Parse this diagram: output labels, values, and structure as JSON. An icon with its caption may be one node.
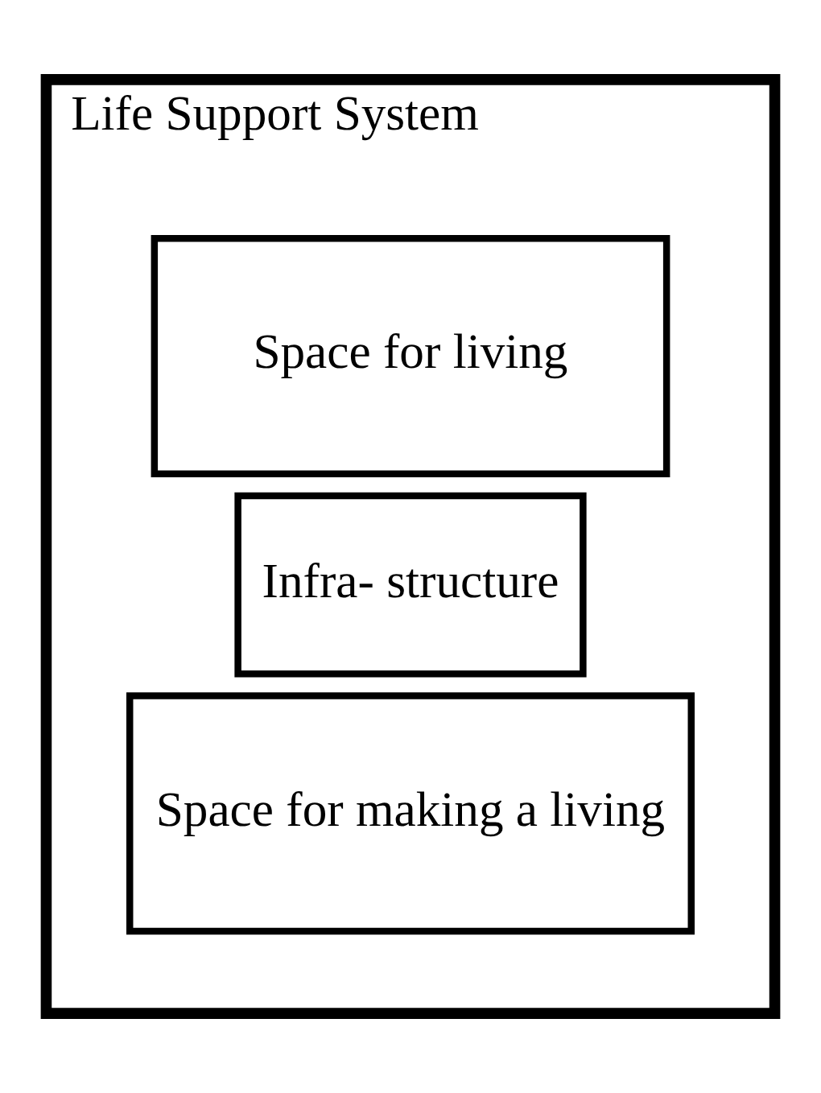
{
  "diagram": {
    "nodes": [
      {
        "text": [
          "Life Support System"
        ]
      },
      {
        "text": [
          "Space for living"
        ],
        "in": 0
      },
      {
        "text": [
          "Infra- structure"
        ],
        "in": 0
      },
      {
        "text": [
          "Space for making a living"
        ],
        "in": 0
      }
    ],
    "edges": []
  }
}
